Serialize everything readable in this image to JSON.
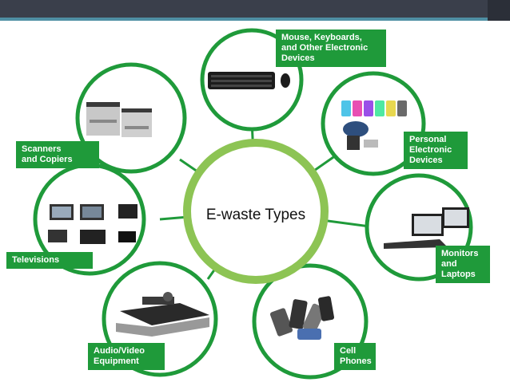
{
  "diagram": {
    "center": {
      "title": "E-waste Types"
    },
    "categories": [
      {
        "id": "mouse",
        "label": "Mouse, Keyboards,\nand Other Electronic\nDevices"
      },
      {
        "id": "personal",
        "label": "Personal\nElectronic\nDevices"
      },
      {
        "id": "monitors",
        "label": "Monitors\nand\nLaptops"
      },
      {
        "id": "cell",
        "label": "Cell\nPhones"
      },
      {
        "id": "audio",
        "label": "Audio/Video\nEquipment"
      },
      {
        "id": "tv",
        "label": "Televisions"
      },
      {
        "id": "scanners",
        "label": "Scanners\nand Copiers"
      }
    ]
  },
  "colors": {
    "ring_green": "#1f9a3a",
    "center_ring": "#8dc454",
    "label_bg": "#1f9a3a",
    "header": "#3a3f4b",
    "header_accent": "#4f8fa4"
  }
}
